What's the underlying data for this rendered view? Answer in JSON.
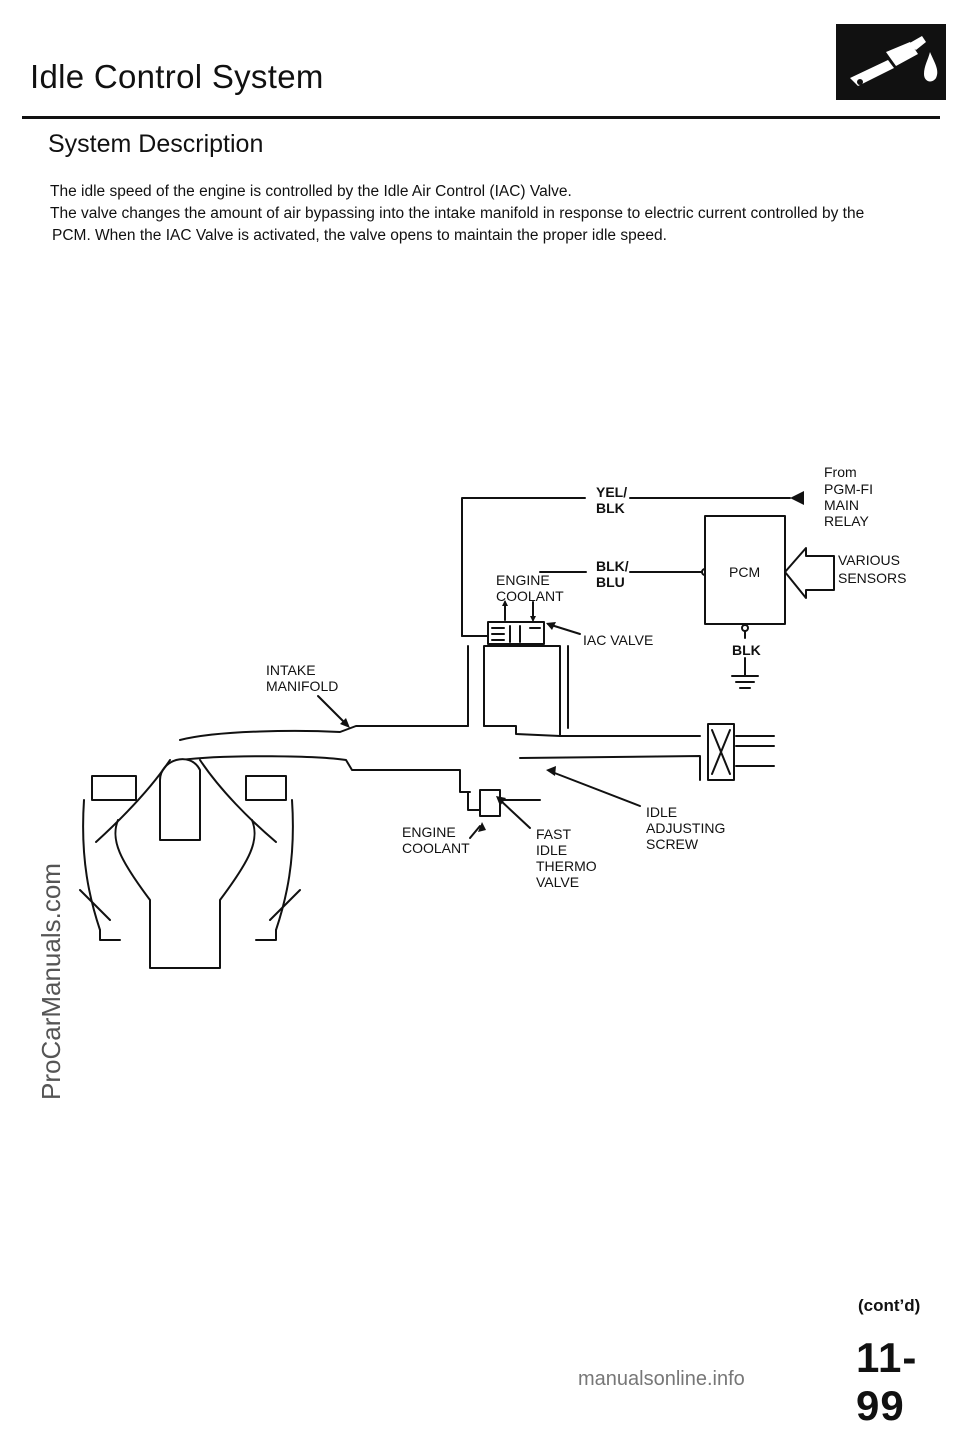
{
  "header": {
    "title": "Idle Control System",
    "section_title": "System Description",
    "logo_icon": "fuel-nozzle-icon"
  },
  "body": {
    "paragraph1": "The idle speed of the engine is controlled by the Idle Air Control (IAC) Valve.",
    "paragraph2_line1": "The valve changes the amount of air bypassing into the intake manifold in response to electric current controlled by the",
    "paragraph2_line2": "PCM. When the IAC Valve is activated, the valve opens to maintain the proper idle speed."
  },
  "diagram": {
    "wire_yel_blk": [
      "YEL/",
      "BLK"
    ],
    "wire_blk_blu": [
      "BLK/",
      "BLU"
    ],
    "wire_blk_ground": "BLK",
    "from_label": "From",
    "relay_label": [
      "PGM-FI",
      "MAIN",
      "RELAY"
    ],
    "pcm_label": "PCM",
    "sensors_label": [
      "VARIOUS",
      "SENSORS"
    ],
    "engine_coolant_top": [
      "ENGINE",
      "COOLANT"
    ],
    "iac_valve_label": "IAC VALVE",
    "intake_manifold_label": [
      "INTAKE",
      "MANIFOLD"
    ],
    "engine_coolant_bottom": [
      "ENGINE",
      "COOLANT"
    ],
    "fast_idle_label": [
      "FAST",
      "IDLE",
      "THERMO",
      "VALVE"
    ],
    "idle_screw_label": [
      "IDLE",
      "ADJUSTING",
      "SCREW"
    ]
  },
  "footer": {
    "continued": "(cont’d)",
    "page_number": "11-99",
    "site_watermark": "manualsonline.info",
    "side_watermark": "ProCarManuals.com"
  }
}
